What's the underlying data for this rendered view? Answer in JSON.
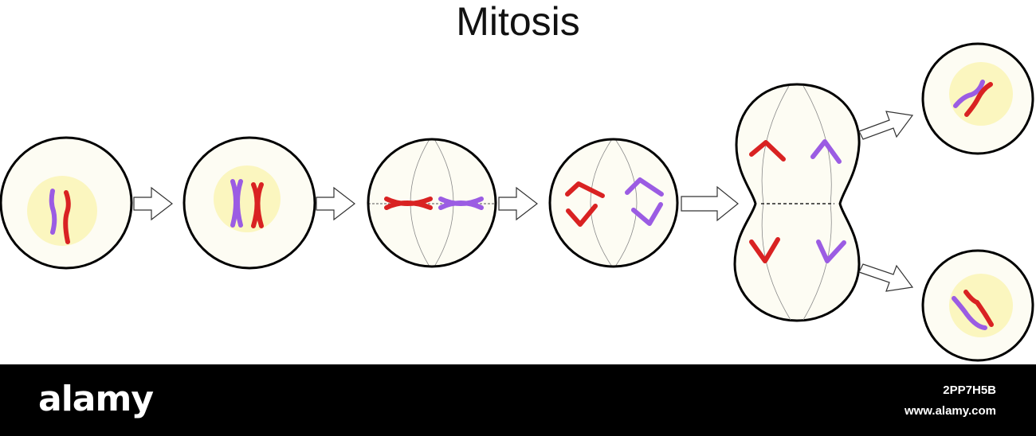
{
  "title": "Mitosis",
  "colors": {
    "membrane": "#000000",
    "cytoplasm": "#fdfcf3",
    "nucleus": "#fbf6bf",
    "chromosome_red": "#d92222",
    "chromosome_purple": "#9b5ce3",
    "spindle": "#8a8a8a",
    "arrow_fill": "#ffffff",
    "arrow_stroke": "#333333",
    "footer_bg": "#000000"
  },
  "stages": [
    {
      "id": "interphase",
      "chromosome_state": "unreplicated"
    },
    {
      "id": "prophase",
      "chromosome_state": "replicated-x"
    },
    {
      "id": "metaphase",
      "chromosome_state": "aligned-at-equator"
    },
    {
      "id": "anaphase",
      "chromosome_state": "separating-to-poles"
    },
    {
      "id": "telophase",
      "chromosome_state": "cell-pinching"
    },
    {
      "id": "daughter-cells",
      "count": 2
    }
  ],
  "footer": {
    "logo": "alamy",
    "image_id": "2PP7H5B",
    "url": "www.alamy.com"
  }
}
